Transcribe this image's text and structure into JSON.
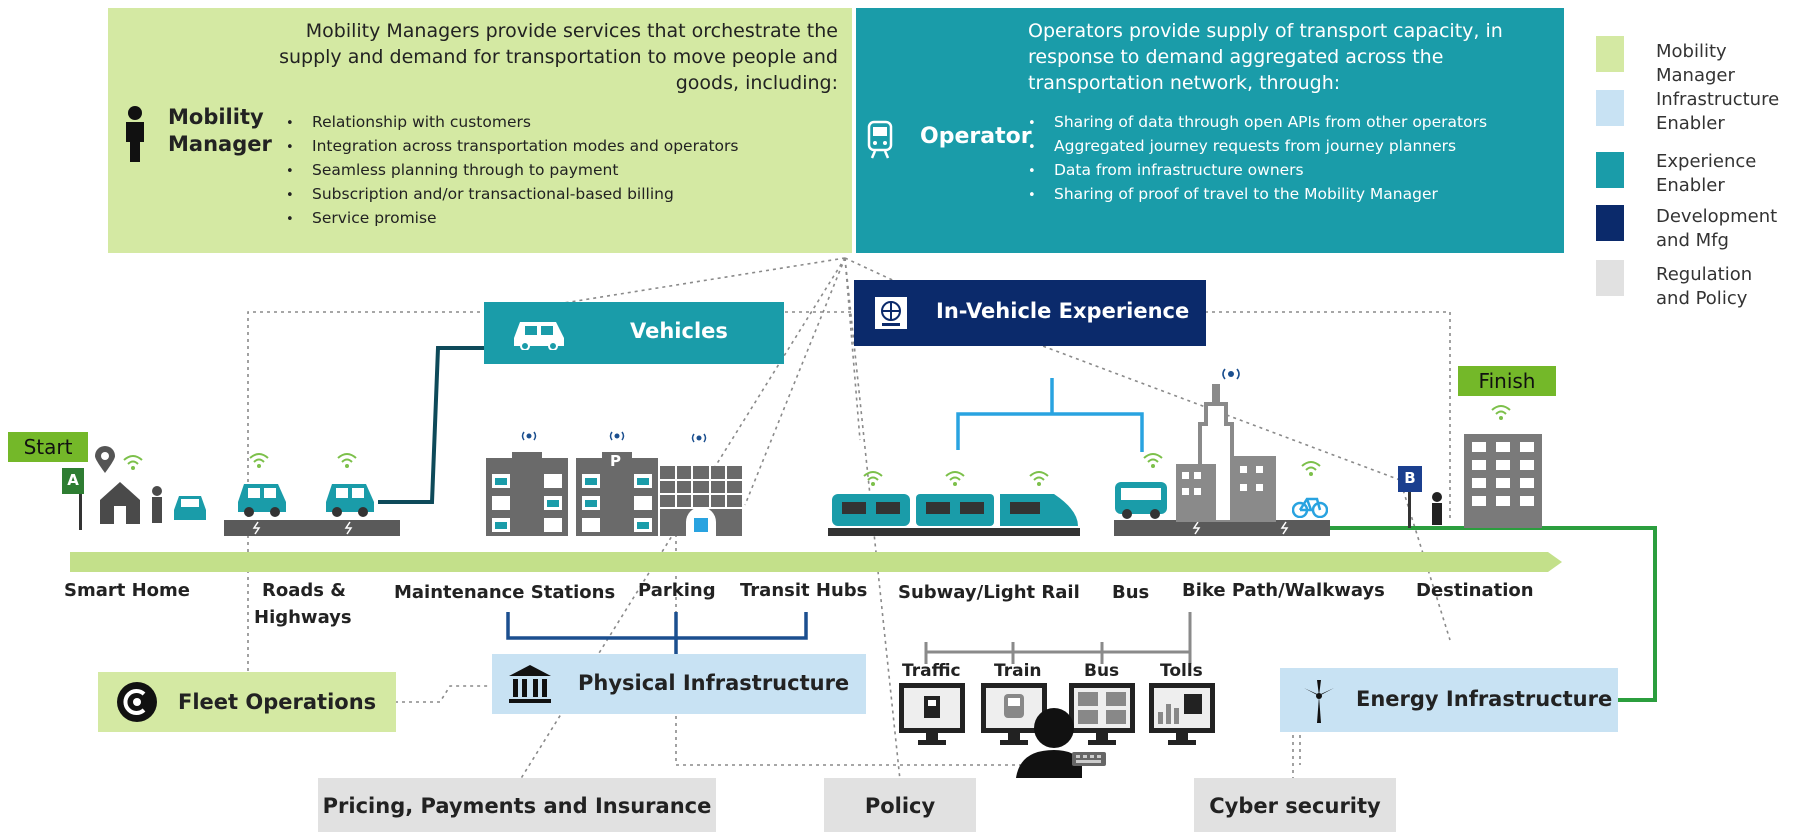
{
  "mobility_manager": {
    "intro": "Mobility Managers provide services that orchestrate the supply and demand for transportation to move people and goods, including:",
    "title": "Mobility Manager",
    "bullets": [
      "Relationship with customers",
      "Integration across transportation modes and operators",
      "Seamless planning through to payment",
      "Subscription and/or transactional-based billing",
      "Service promise"
    ]
  },
  "operator": {
    "intro": "Operators provide supply of transport capacity, in response to demand aggregated across the transportation network, through:",
    "title": "Operator",
    "bullets": [
      "Sharing of data through open APIs from other operators",
      "Aggregated journey requests from journey planners",
      "Data from infrastructure owners",
      "Sharing of proof of travel to the Mobility Manager"
    ]
  },
  "legend": [
    {
      "label": "Mobility Manager",
      "color": "#d4e9a3"
    },
    {
      "label": "Infrastructure Enabler",
      "color": "#c8e2f3"
    },
    {
      "label": "Experience Enabler",
      "color": "#1a9ca9"
    },
    {
      "label": "Development and Mfg",
      "color": "#0b2a6b"
    },
    {
      "label": "Regulation and Policy",
      "color": "#e1e1e1"
    }
  ],
  "boxes": {
    "vehicles": "Vehicles",
    "in_vehicle_experience": "In-Vehicle Experience",
    "fleet_operations": "Fleet Operations",
    "physical_infrastructure": "Physical Infrastructure",
    "energy_infrastructure": "Energy Infrastructure",
    "pricing": "Pricing, Payments and Insurance",
    "policy": "Policy",
    "cyber": "Cyber security"
  },
  "markers": {
    "start": "Start",
    "finish": "Finish",
    "a": "A",
    "b": "B",
    "parking_p": "P"
  },
  "stages": {
    "smart_home": "Smart Home",
    "roads_1": "Roads &",
    "roads_2": "Highways",
    "maintenance": "Maintenance Stations",
    "parking": "Parking",
    "transit_hubs": "Transit Hubs",
    "subway": "Subway/Light Rail",
    "bus": "Bus",
    "bike": "Bike Path/Walkways",
    "destination": "Destination"
  },
  "monitors": [
    "Traffic",
    "Train",
    "Bus",
    "Tolls"
  ],
  "colors": {
    "green": "#d4e9a3",
    "teal": "#1a9ca9",
    "light_blue": "#c8e2f3",
    "navy": "#0b2a6b",
    "grey": "#e1e1e1",
    "journey_bar": "#c3e08a",
    "bracket_blue": "#1b4f8f",
    "rail_blue": "#29a3e0",
    "energy_line": "#2b9e3e"
  }
}
